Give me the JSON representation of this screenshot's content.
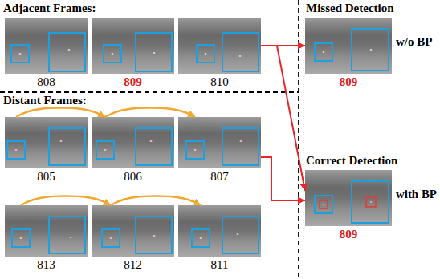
{
  "diagram": {
    "nodes": [
      {
        "text": [
          "808"
        ]
      },
      {
        "text": [
          "809"
        ]
      },
      {
        "text": [
          "810"
        ]
      },
      {
        "text": [
          "805"
        ]
      },
      {
        "text": [
          "806"
        ]
      },
      {
        "text": [
          "807"
        ]
      },
      {
        "text": [
          "813"
        ]
      },
      {
        "text": [
          "812"
        ]
      },
      {
        "text": [
          "811"
        ]
      },
      {
        "text": [
          "Missed Detection",
          "w/o BP",
          "809"
        ]
      },
      {
        "text": [
          "Correct Detection",
          "with BP",
          "809"
        ]
      }
    ],
    "edges": [
      {
        "from": 3,
        "to": 4,
        "arrow": "to"
      },
      {
        "from": 4,
        "to": 5,
        "arrow": "to"
      },
      {
        "from": 6,
        "to": 7,
        "arrow": "to"
      },
      {
        "from": 7,
        "to": 8,
        "arrow": "to"
      },
      {
        "from": 2,
        "to": 9,
        "arrow": "to"
      },
      {
        "from": 2,
        "to": 10,
        "arrow": "to"
      },
      {
        "from": 5,
        "to": 10,
        "arrow": "to"
      }
    ],
    "labels": [
      "Adjacent Frames:",
      "Distant Frames:"
    ]
  }
}
